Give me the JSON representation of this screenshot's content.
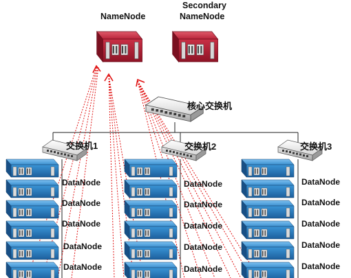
{
  "namenode": {
    "label": "NameNode"
  },
  "secondary_namenode": {
    "label_line1": "Secondary",
    "label_line2": "NameNode"
  },
  "core_switch": {
    "label": "核心交换机"
  },
  "switches": [
    {
      "label": "交换机1"
    },
    {
      "label": "交换机2"
    },
    {
      "label": "交换机3"
    }
  ],
  "racks": [
    {
      "datanodes": [
        "DataNode",
        "DataNode",
        "DataNode",
        "DataNode",
        "DataNode"
      ]
    },
    {
      "datanodes": [
        "DataNode",
        "DataNode",
        "DataNode",
        "DataNode",
        "DataNode"
      ]
    },
    {
      "datanodes": [
        "DataNode",
        "DataNode",
        "DataNode",
        "DataNode",
        "DataNode"
      ]
    }
  ],
  "colors": {
    "server_red": "#b8243a",
    "server_blue": "#2a82c8",
    "heartbeat_lines": "#e01010",
    "network_lines": "#222222"
  }
}
